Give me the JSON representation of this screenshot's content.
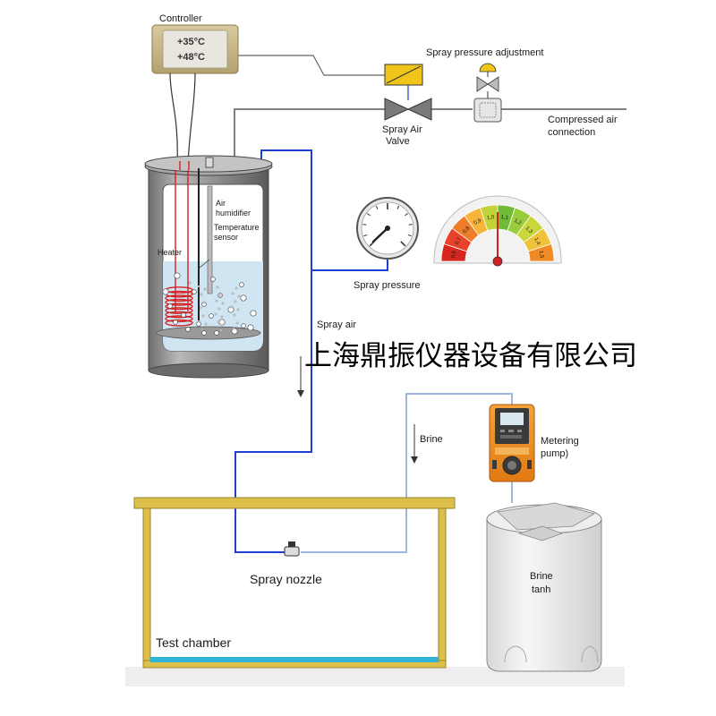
{
  "labels": {
    "controller": "Controller",
    "temp_1": "+35°C",
    "temp_2": "+48°C",
    "spray_pressure_adjustment": "Spray pressure adjustment",
    "spray_air_valve_line1": "Spray Air",
    "spray_air_valve_line2": "Valve",
    "compressed_air_line1": "Compressed air",
    "compressed_air_line2": "connection",
    "air_humidifier_line1": "Air",
    "air_humidifier_line2": "humidifier",
    "temperature_sensor_line1": "Temperature",
    "temperature_sensor_line2": "sensor",
    "heater": "Heater",
    "spray_pressure": "Spray pressure",
    "spray_air": "Spray air",
    "brine": "Brine",
    "metering_pump_line1": "Metering",
    "metering_pump_line2": "pump)",
    "spray_nozzle": "Spray nozzle",
    "brine_tank_line1": "Brine",
    "brine_tank_line2": "tanh",
    "test_chamber": "Test chamber",
    "company_watermark": "上海鼎振仪器设备有限公司"
  },
  "gauge": {
    "ticks": [
      "0,6",
      "0,7",
      "0,8",
      "0,9",
      "1,0",
      "1,1",
      "1,2",
      "1,3",
      "1,4",
      "1,5"
    ],
    "range": [
      0.6,
      1.5
    ],
    "value": 1.05,
    "zone_colors": [
      "#d7261e",
      "#e8432a",
      "#f07d2a",
      "#f6b43a",
      "#c4d23a",
      "#6fbb36",
      "#9bcc3b",
      "#c8d73d",
      "#f0c23a",
      "#f08a24"
    ]
  },
  "colors": {
    "spray_air_line": "#1f3fd0",
    "brine_line": "#9fb6e0",
    "compressed_air_line": "#808080",
    "heater_coil": "#d42020",
    "valve_actuator": "#f0c419",
    "chamber_frame": "#dcc04a",
    "test_chamber_water": "#2fb3d6"
  }
}
